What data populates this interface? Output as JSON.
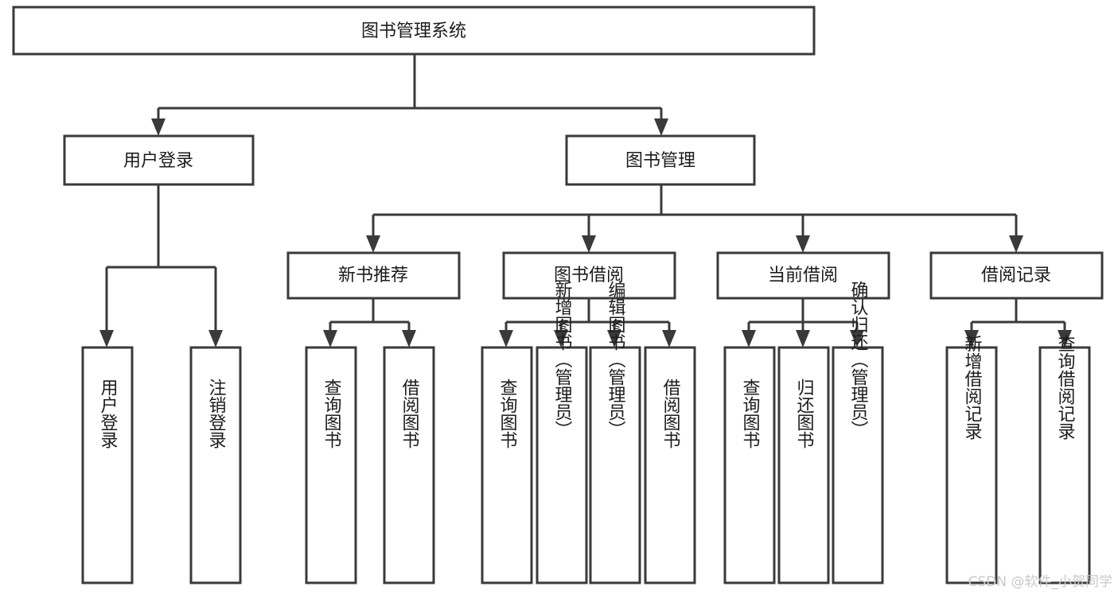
{
  "diagram": {
    "title": "图书管理系统",
    "type": "tree-hierarchy-chart",
    "orientation": "top-down",
    "colors": {
      "box_stroke": "#3a3a3a",
      "box_fill": "#ffffff",
      "connector": "#3a3a3a",
      "text": "#1c1c1c",
      "background": "#ffffff",
      "watermark": "#c9c9c9"
    },
    "root": {
      "label": "图书管理系统",
      "orientation": "horizontal"
    },
    "level2": [
      {
        "label": "用户登录",
        "orientation": "horizontal"
      },
      {
        "label": "图书管理",
        "orientation": "horizontal"
      }
    ],
    "level3": [
      {
        "label": "新书推荐",
        "orientation": "horizontal",
        "parent": "图书管理"
      },
      {
        "label": "图书借阅",
        "orientation": "horizontal",
        "parent": "图书管理"
      },
      {
        "label": "当前借阅",
        "orientation": "horizontal",
        "parent": "图书管理"
      },
      {
        "label": "借阅记录",
        "orientation": "horizontal",
        "parent": "图书管理"
      }
    ],
    "leaves": {
      "用户登录": [
        {
          "label": "用户登录",
          "orientation": "vertical"
        },
        {
          "label": "注销登录",
          "orientation": "vertical"
        }
      ],
      "新书推荐": [
        {
          "label": "查询图书",
          "orientation": "vertical"
        },
        {
          "label": "借阅图书",
          "orientation": "vertical"
        }
      ],
      "图书借阅": [
        {
          "label": "查询图书",
          "orientation": "vertical"
        },
        {
          "label": "新增图书（管理员）",
          "orientation": "vertical"
        },
        {
          "label": "编辑图书（管理员）",
          "orientation": "vertical"
        },
        {
          "label": "借阅图书",
          "orientation": "vertical"
        }
      ],
      "当前借阅": [
        {
          "label": "查询图书",
          "orientation": "vertical"
        },
        {
          "label": "归还图书",
          "orientation": "vertical"
        },
        {
          "label": "确认归还（管理员）",
          "orientation": "vertical"
        }
      ],
      "借阅记录": [
        {
          "label": "新增借阅记录",
          "orientation": "vertical"
        },
        {
          "label": "查询借阅记录",
          "orientation": "vertical"
        }
      ]
    }
  },
  "watermark": {
    "text": "CSDN @软件_小贺同学"
  }
}
